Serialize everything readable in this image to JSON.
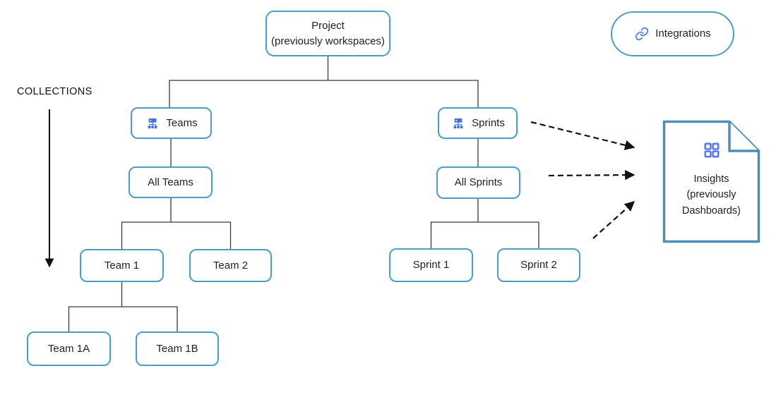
{
  "diagram": {
    "collections_label": "COLLECTIONS",
    "nodes": {
      "project": {
        "line1": "Project",
        "line2": "(previously workspaces)"
      },
      "teams": {
        "label": "Teams",
        "icon": "sitemap-icon"
      },
      "sprints": {
        "label": "Sprints",
        "icon": "sitemap-icon"
      },
      "all_teams": {
        "label": "All Teams"
      },
      "all_sprints": {
        "label": "All Sprints"
      },
      "team1": {
        "label": "Team 1"
      },
      "team2": {
        "label": "Team 2"
      },
      "team1a": {
        "label": "Team 1A"
      },
      "team1b": {
        "label": "Team 1B"
      },
      "sprint1": {
        "label": "Sprint 1"
      },
      "sprint2": {
        "label": "Sprint 2"
      },
      "integrations": {
        "label": "Integrations",
        "icon": "link-icon"
      },
      "insights": {
        "line1": "Insights",
        "line2": "(previously",
        "line3": "Dashboards)",
        "icon": "grid-icon"
      }
    },
    "colors": {
      "box_border": "#4a9cc9",
      "doc_border": "#4a8fb5",
      "icon_blue": "#4472e3",
      "link_icon_blue": "#5b7ce8",
      "connector_line": "#3a3a3a",
      "dashed_arrow": "#111111",
      "text": "#1f1f1f"
    }
  }
}
